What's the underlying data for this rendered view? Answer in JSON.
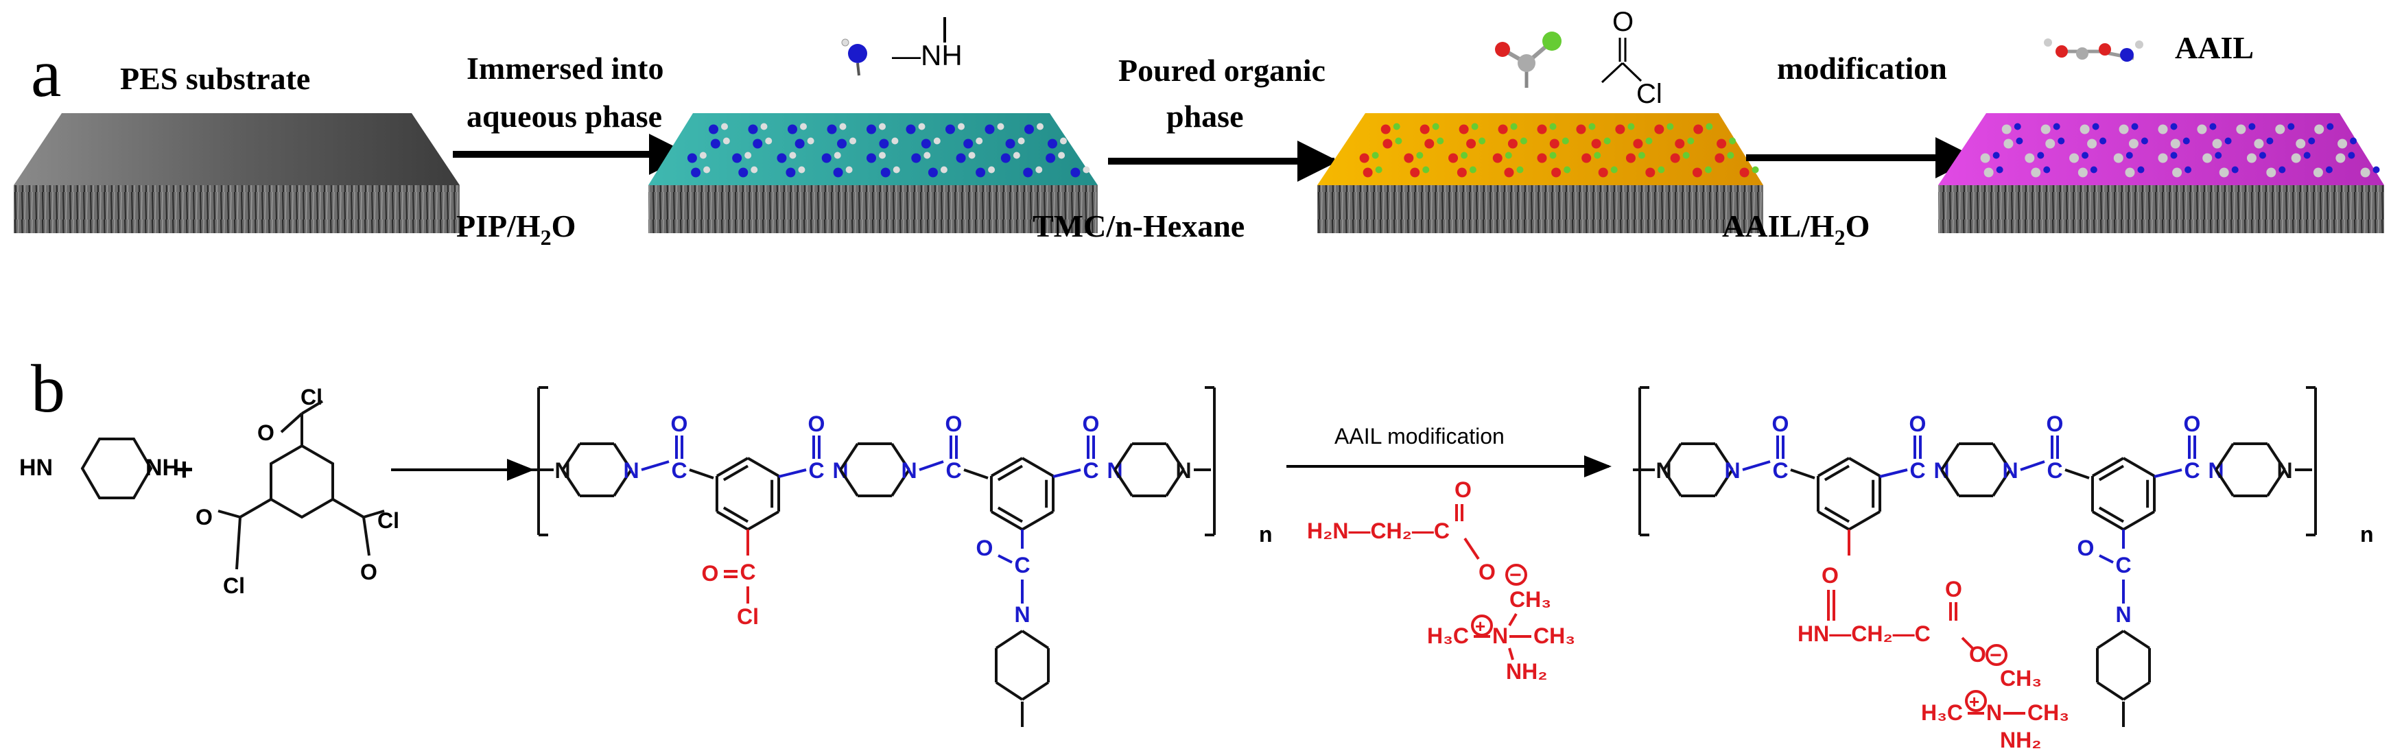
{
  "panel_a": {
    "letter": "a",
    "label_substrate": "PES substrate",
    "step1_top_line1": "Immersed into",
    "step1_top_line2": "aqueous phase",
    "step1_bottom_main": "PIP/H",
    "step1_bottom_sub": "2",
    "step1_bottom_end": "O",
    "pip_group_label": "—NH",
    "step2_top_line1": "Poured organic",
    "step2_top_line2": "phase",
    "step2_bottom": "TMC/n-Hexane",
    "acyl_o": "O",
    "acyl_cl": "Cl",
    "step3_top": "modification",
    "step3_bottom_main": "AAIL/H",
    "step3_bottom_sub": "2",
    "step3_bottom_end": "O",
    "aail_label": "AAIL",
    "colors": {
      "substrate": "#5a5a5a",
      "aqueous": "#2aa6a0",
      "organic": "#f0a800",
      "modified": "#d23cd6",
      "nitrogen_bead": "#1a1acc",
      "chlorine_bead": "#66cc33",
      "oxygen_bead": "#dd2222"
    }
  },
  "panel_b": {
    "letter": "b",
    "pip_hn": "HN",
    "pip_nh": "NH",
    "plus": "+",
    "tmc_cl_top": "Cl",
    "tmc_o_left": "O",
    "tmc_cl_left": "Cl",
    "tmc_o_right": "O",
    "tmc_cl_right": "Cl",
    "atom_n": "N",
    "atom_o": "O",
    "atom_c": "C",
    "atom_cl": "Cl",
    "repeat_n": "n",
    "arrow_label": "AAIL modification",
    "aail_anion": "H₂N—CH₂—C",
    "aail_o_minus": "O",
    "aail_cation_ch3_top": "CH₃",
    "aail_cation_left": "H₃C",
    "aail_cation_right": "CH₃",
    "aail_cation_nh2": "NH₂",
    "plus_charge": "+",
    "minus_charge": "−",
    "product_amide": "HN—CH₂—C",
    "colors": {
      "blue": "#1a1acc",
      "red": "#e0191f",
      "black": "#111111"
    }
  }
}
